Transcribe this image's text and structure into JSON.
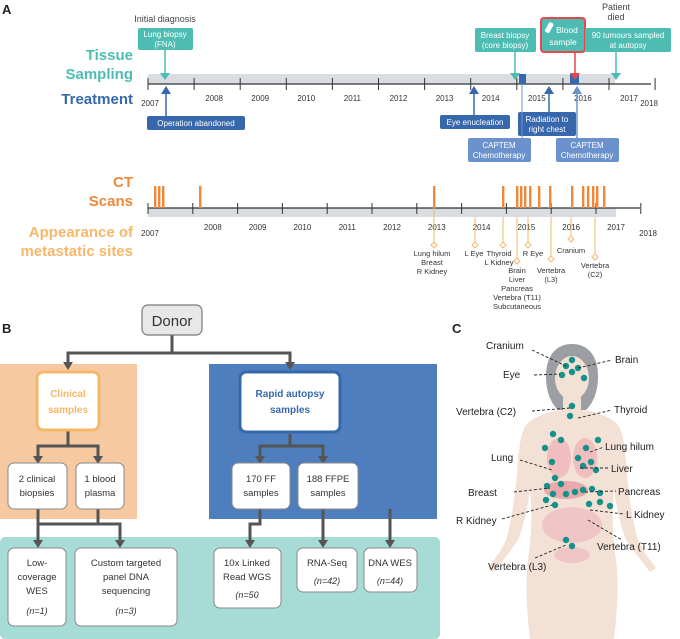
{
  "panel_a": {
    "label": "A",
    "initial_diagnosis": "Initial diagnosis",
    "patient_died": [
      "Patient",
      "died"
    ],
    "tissue_sampling": [
      "Tissue",
      "Sampling"
    ],
    "treatment": "Treatment",
    "years_top": [
      "2007",
      "2008",
      "2009",
      "2010",
      "2011",
      "2012",
      "2013",
      "2014",
      "2015",
      "2016",
      "2017",
      "2018"
    ],
    "years_bottom": [
      "2007",
      "2008",
      "2009",
      "2010",
      "2011",
      "2012",
      "2013",
      "2014",
      "2015",
      "2016",
      "2017",
      "2018"
    ],
    "boxes": {
      "lung_biopsy": [
        "Lung biopsy",
        "(FNA)"
      ],
      "breast_biopsy": [
        "Breast biopsy",
        "(core biopsy)"
      ],
      "blood_sample": [
        "Blood",
        "sample"
      ],
      "autopsy": [
        "90 tumours sampled",
        "at autopsy"
      ],
      "operation": "Operation abandoned",
      "eye_enucleation": "Eye enucleation",
      "radiation": [
        "Radiation to",
        "right chest"
      ],
      "captem1": [
        "CAPTEM",
        "Chemotherapy"
      ],
      "captem2": [
        "CAPTEM",
        "Chemotherapy"
      ]
    },
    "ct_scans": [
      "CT",
      "Scans"
    ],
    "appearance": [
      "Appearance of",
      "metastatic sites"
    ],
    "metastatic_labels": {
      "m2013": [
        "Lung hilum",
        "Breast",
        "R Kidney"
      ],
      "m2014": [
        "L Eye"
      ],
      "m2014b": [
        "Thyroid",
        "L Kidney"
      ],
      "m2015": [
        "Brain",
        "Liver",
        "Pancreas",
        "Vertebra (T11)",
        "Subcutaneous"
      ],
      "m2015b": [
        "R Eye"
      ],
      "m2015c": [
        "Vertebra",
        "(L3)"
      ],
      "m2016": [
        "Cranium"
      ],
      "m2016b": [
        "Vertebra",
        "(C2)"
      ]
    }
  },
  "panel_b": {
    "label": "B",
    "donor": "Donor",
    "clinical_samples": [
      "Clinical",
      "samples"
    ],
    "rapid_autopsy": [
      "Rapid autopsy",
      "samples"
    ],
    "clinical_biopsies": [
      "2 clinical",
      "biopsies"
    ],
    "blood_plasma": [
      "1 blood",
      "plasma"
    ],
    "ff_samples": [
      "170 FF",
      "samples"
    ],
    "ffpe_samples": [
      "188 FFPE",
      "samples"
    ],
    "low_cov": [
      "Low-",
      "coverage",
      "WES",
      "(n=1)"
    ],
    "custom_panel": [
      "Custom targeted",
      "panel DNA",
      "sequencing",
      "(n=3)"
    ],
    "linked_read": [
      "10x Linked",
      "Read WGS",
      "(n=50"
    ],
    "rnaseq": [
      "RNA-Seq",
      "(n=42)"
    ],
    "dnawes": [
      "DNA WES",
      "(n=44)"
    ]
  },
  "panel_c": {
    "label": "C",
    "sites": [
      "Cranium",
      "Brain",
      "Eye",
      "Vertebra (C2)",
      "Thyroid",
      "Lung hilum",
      "Lung",
      "Liver",
      "Breast",
      "Pancreas",
      "L Kidney",
      "R Kidney",
      "Vertebra (T11)",
      "Vertebra (L3)"
    ]
  },
  "colors": {
    "teal": "#4dbdb3",
    "blue": "#3768ad",
    "orange": "#f0883a",
    "light_orange": "#f6b76a",
    "red": "#e8474d",
    "light_blue": "#6b92cc",
    "axis_gray": "#d9dde1"
  }
}
